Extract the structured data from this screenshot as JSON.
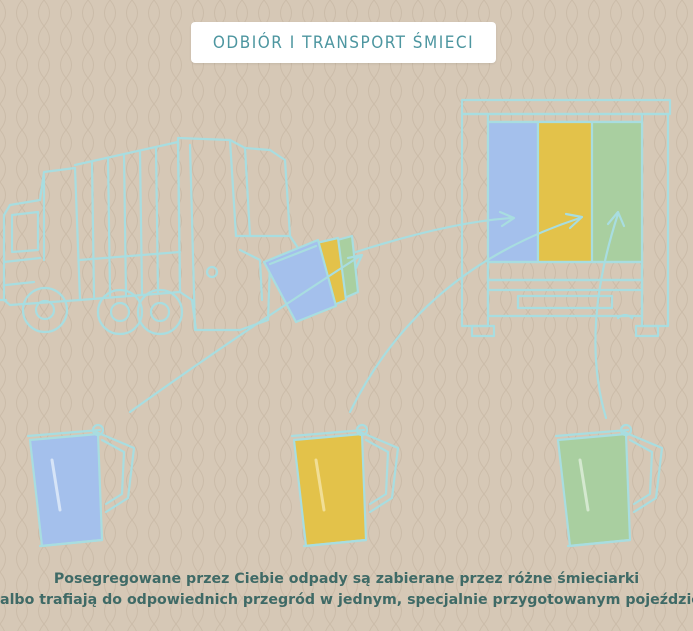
{
  "title": "ODBIÓR I TRANSPORT ŚMIECI",
  "caption": {
    "line1": "Posegregowane przez Ciebie odpady są zabierane przez różne śmieciarki",
    "line2": "albo trafiają do odpowiednich przegród w jednym, specjalnie przygotowanym pojeździe."
  },
  "colors": {
    "background": "#d6c8b6",
    "outline": "#a8dde0",
    "blue": "#a4c0ec",
    "yellow": "#e3c24a",
    "green": "#a9cfa0",
    "title_text": "#4d96a0",
    "caption_text": "#3f6a66"
  },
  "bins": [
    {
      "color": "blue"
    },
    {
      "color": "yellow"
    },
    {
      "color": "green"
    }
  ],
  "truck_compartments": [
    "blue",
    "yellow",
    "green"
  ]
}
